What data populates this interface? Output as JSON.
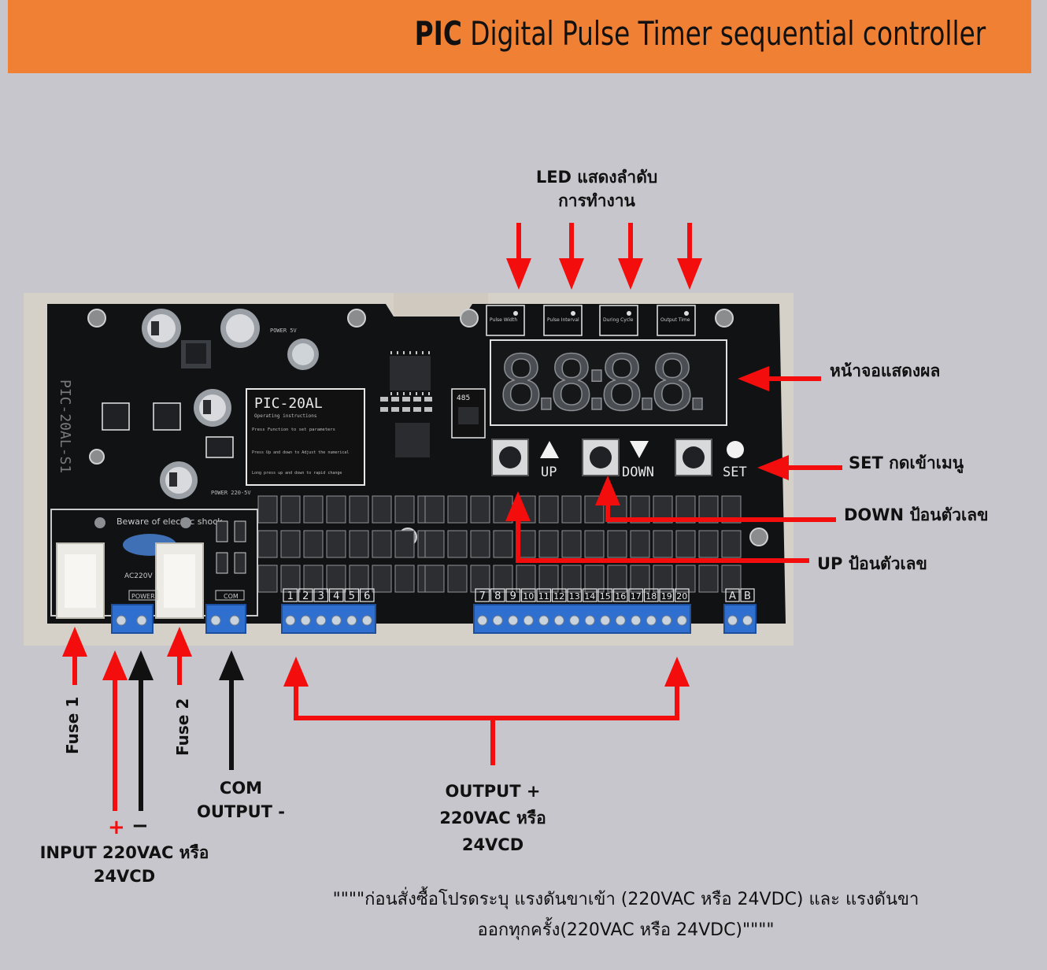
{
  "header": {
    "title_bold": "PIC",
    "title_rest": " Digital Pulse Timer sequential controller",
    "background": "#ef8034"
  },
  "labels": {
    "led_line1": "LED แสดงลำดับ",
    "led_line2": "การทำงาน",
    "display": "หน้าจอแสดงผล",
    "set": "SET  กดเข้าเมนู",
    "down": "DOWN ป้อนตัวเลข",
    "up": "UP ป้อนตัวเลข",
    "fuse1": "Fuse 1",
    "fuse2": "Fuse 2",
    "plus": "+",
    "minus": "−",
    "input_line1": "INPUT 220VAC หรือ",
    "input_line2": "24VCD",
    "com_line1": "COM",
    "com_line2": "OUTPUT -",
    "output_line1": "OUTPUT +",
    "output_line2": "220VAC หรือ",
    "output_line3": "24VCD"
  },
  "board": {
    "model": "PIC-20AL",
    "side_label": "PIC-20AL-S1",
    "instructions_title": "Operating instructions",
    "instructions": [
      "Press Function to set parameters",
      "Press Up and down to Adjust the numerical",
      "Long press up and down to rapid change"
    ],
    "display_digits": "8.8:8.8.",
    "led_tags": [
      "Pulse Width",
      "Pulse Interval",
      "During Cycle",
      "Output Time"
    ],
    "button_up": "UP",
    "button_down": "DOWN",
    "button_set": "SET",
    "warning": "Beware of electric shock",
    "ac_label": "AC220V",
    "power_label": "POWER",
    "com_label": "COM",
    "terminals_a": [
      "1",
      "2",
      "3",
      "4",
      "5",
      "6"
    ],
    "terminals_b": [
      "7",
      "8",
      "9",
      "10",
      "11",
      "12",
      "13",
      "14",
      "15",
      "16",
      "17",
      "18",
      "19",
      "20"
    ],
    "terminals_c": [
      "A",
      "B"
    ],
    "chip_label": "485",
    "power_5v": "POWER 5V",
    "power_220": "POWER 220-5V"
  },
  "note": {
    "line1": "\"\"\"\"ก่อนสั่งซื้อโปรดระบุ แรงดันขาเข้า (220VAC หรือ 24VDC)  และ แรงดันขา",
    "line2": "ออกทุกครั้ง(220VAC หรือ 24VDC)\"\"\"\""
  },
  "colors": {
    "arrow_red": "#f40d0d",
    "arrow_black": "#111111",
    "background": "#c8c6cd"
  }
}
